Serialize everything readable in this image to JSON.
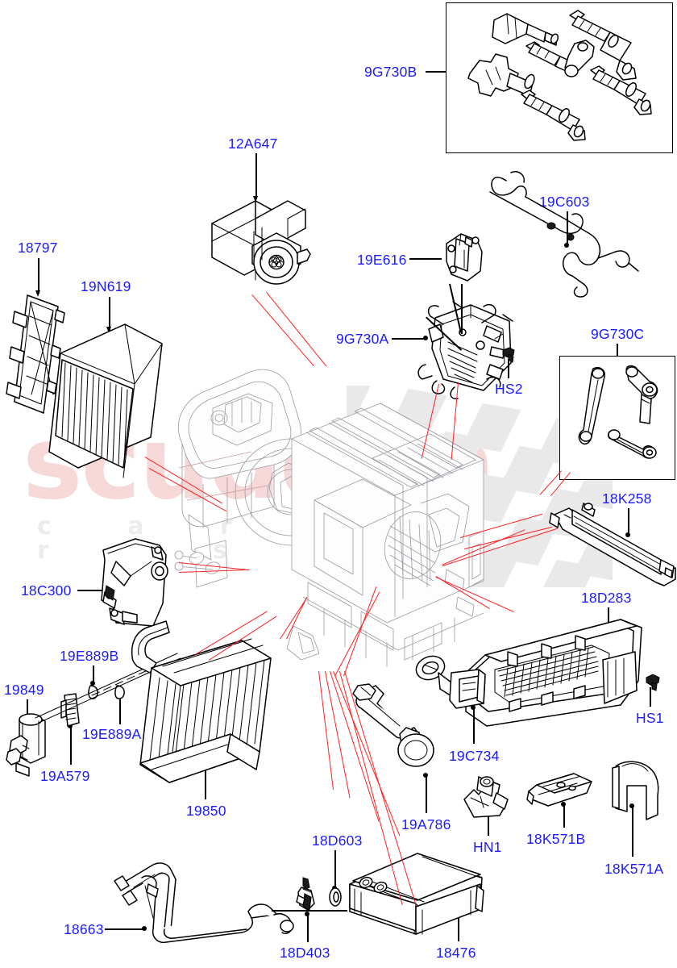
{
  "diagram": {
    "title": "Heater & Air Conditioning Unit exploded parts diagram",
    "label_color": "#1b1bff",
    "pointer_color": "#ff2020",
    "watermark": {
      "brand": "scuderia",
      "subtitle": "c a r   p a r t s",
      "brand_color": "#f6d8d8",
      "subtitle_color": "#ececec",
      "flag_color": "#e9e9e9"
    }
  },
  "callout_boxes": [
    {
      "id": "box-9G730B",
      "label": "9G730B"
    },
    {
      "id": "box-9G730C",
      "label": "9G730C"
    }
  ],
  "parts": [
    {
      "id": "p01",
      "label": "9G730B",
      "name": "actuator-link-kit-b"
    },
    {
      "id": "p02",
      "label": "12A647",
      "name": "blower-motor"
    },
    {
      "id": "p03",
      "label": "18797",
      "name": "air-inlet-grille"
    },
    {
      "id": "p04",
      "label": "19N619",
      "name": "cabin-air-filter"
    },
    {
      "id": "p05",
      "label": "19E616",
      "name": "temperature-blend-actuator"
    },
    {
      "id": "p06",
      "label": "19C603",
      "name": "wiring-harness"
    },
    {
      "id": "p07",
      "label": "9G730A",
      "name": "distribution-door-assembly"
    },
    {
      "id": "p08",
      "label": "HS2",
      "name": "screw-hs2"
    },
    {
      "id": "p09",
      "label": "9G730C",
      "name": "actuator-link-kit-c"
    },
    {
      "id": "p10",
      "label": "18C300",
      "name": "blower-housing-cover"
    },
    {
      "id": "p11",
      "label": "18K258",
      "name": "heater-core-cover-rail"
    },
    {
      "id": "p12",
      "label": "18D283",
      "name": "auxiliary-heater-element"
    },
    {
      "id": "p13",
      "label": "HS1",
      "name": "screw-hs1"
    },
    {
      "id": "p14",
      "label": "19849",
      "name": "expansion-valve"
    },
    {
      "id": "p15",
      "label": "19E889B",
      "name": "pipe-clip-b"
    },
    {
      "id": "p16",
      "label": "19E889A",
      "name": "pipe-clip-a"
    },
    {
      "id": "p17",
      "label": "19A579",
      "name": "evaporator-pipe-bracket"
    },
    {
      "id": "p18",
      "label": "19850",
      "name": "evaporator-core"
    },
    {
      "id": "p19",
      "label": "19C734",
      "name": "drain-tube-elbow"
    },
    {
      "id": "p20",
      "label": "19A786",
      "name": "condensate-drain-hose"
    },
    {
      "id": "p21",
      "label": "HN1",
      "name": "clip-nut-hn1"
    },
    {
      "id": "p22",
      "label": "18K571B",
      "name": "retaining-bracket-b"
    },
    {
      "id": "p23",
      "label": "18K571A",
      "name": "duct-seal-shield"
    },
    {
      "id": "p24",
      "label": "18663",
      "name": "heater-hose-assembly"
    },
    {
      "id": "p25",
      "label": "18D603",
      "name": "sealing-washer"
    },
    {
      "id": "p26",
      "label": "18D403",
      "name": "heater-pipe-clamp"
    },
    {
      "id": "p27",
      "label": "18476",
      "name": "heater-core"
    }
  ]
}
